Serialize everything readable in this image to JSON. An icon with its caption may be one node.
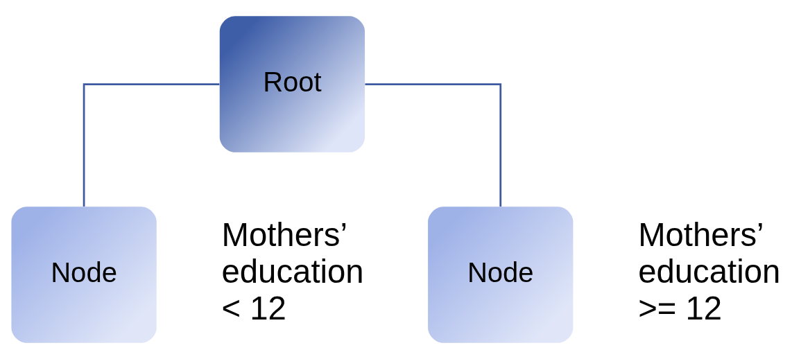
{
  "diagram": {
    "nodes": [
      {
        "text": [
          "Root"
        ]
      },
      {
        "text": [
          "Node"
        ],
        "beside": [
          "Mothers’ education < 12"
        ]
      },
      {
        "text": [
          "Node"
        ],
        "beside": [
          "Mothers’ education >= 12"
        ]
      }
    ],
    "edges": [
      {
        "from": 0,
        "to": 1,
        "arrow": "none"
      },
      {
        "from": 0,
        "to": 2,
        "arrow": "none"
      }
    ]
  }
}
